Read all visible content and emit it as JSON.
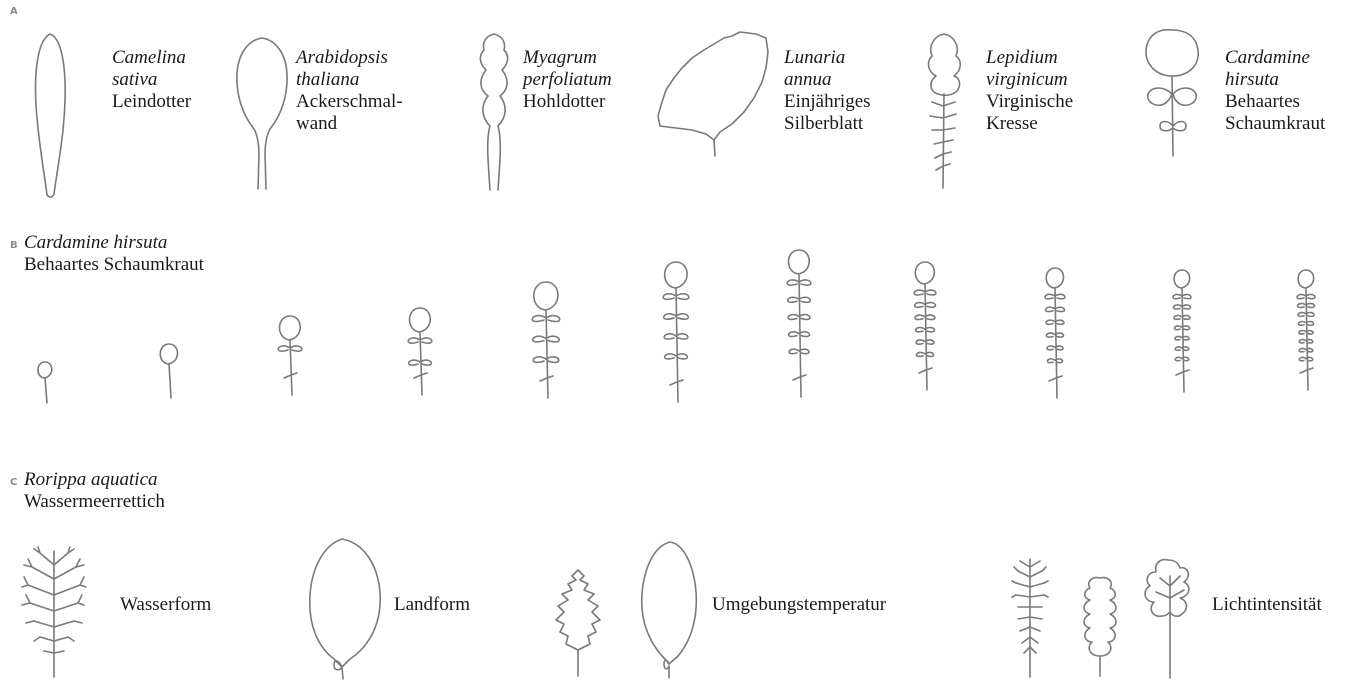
{
  "panels": {
    "a": {
      "letter": "A",
      "species": [
        {
          "latin_1": "Camelina",
          "latin_2": "sativa",
          "german_1": "Leindotter",
          "german_2": ""
        },
        {
          "latin_1": "Arabidopsis",
          "latin_2": "thaliana",
          "german_1": "Ackerschmal-",
          "german_2": "wand"
        },
        {
          "latin_1": "Myagrum",
          "latin_2": "perfoliatum",
          "german_1": "Hohldotter",
          "german_2": ""
        },
        {
          "latin_1": "Lunaria",
          "latin_2": "annua",
          "german_1": "Einjähriges",
          "german_2": "Silberblatt"
        },
        {
          "latin_1": "Lepidium",
          "latin_2": "virginicum",
          "german_1": "Virginische",
          "german_2": "Kresse"
        },
        {
          "latin_1": "Cardamine",
          "latin_2": "hirsuta",
          "german_1": "Behaartes",
          "german_2": "Schaumkraut"
        }
      ]
    },
    "b": {
      "letter": "B",
      "latin": "Cardamine hirsuta",
      "german": "Behaartes Schaumkraut"
    },
    "c": {
      "letter": "C",
      "latin": "Rorippa aquatica",
      "german": "Wassermeerrettich",
      "forms": [
        "Wasserform",
        "Landform",
        "Umgebungstemperatur",
        "Lichtintensität"
      ]
    }
  }
}
